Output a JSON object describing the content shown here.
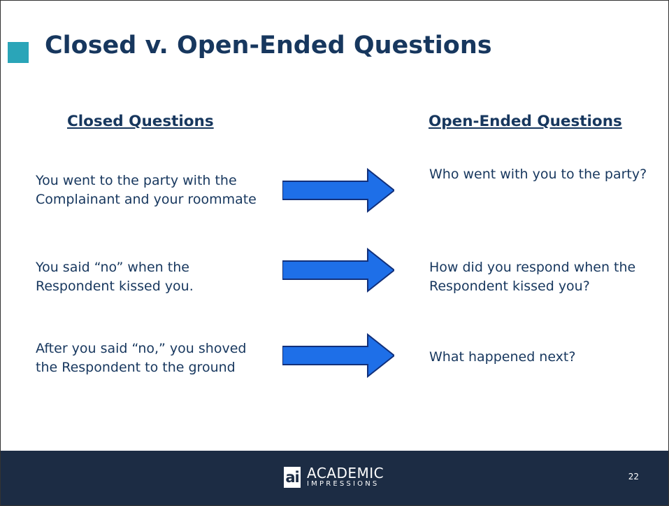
{
  "slide": {
    "title": "Closed v. Open-Ended Questions",
    "closed_heading": "Closed Questions",
    "open_heading": "Open-Ended Questions",
    "pairs": [
      {
        "closed": "You went to the party with the Complainant and your roommate",
        "open": "Who went with you to the party?"
      },
      {
        "closed": "You said “no” when the Respondent kissed you.",
        "open": "How did you respond when the Respondent kissed you?"
      },
      {
        "closed": "After you said “no,” you shoved the Respondent to the ground",
        "open": "What happened next?"
      }
    ],
    "arrow_icon": "right-arrow-icon"
  },
  "footer": {
    "logo_mark": "ai",
    "logo_line1": "ACADEMIC",
    "logo_line2": "IMPRESSIONS",
    "page_number": "22"
  },
  "colors": {
    "title": "#17375e",
    "accent_square": "#2aa5b8",
    "arrow_fill": "#1e6fe8",
    "footer_bg": "#1c2c44"
  }
}
